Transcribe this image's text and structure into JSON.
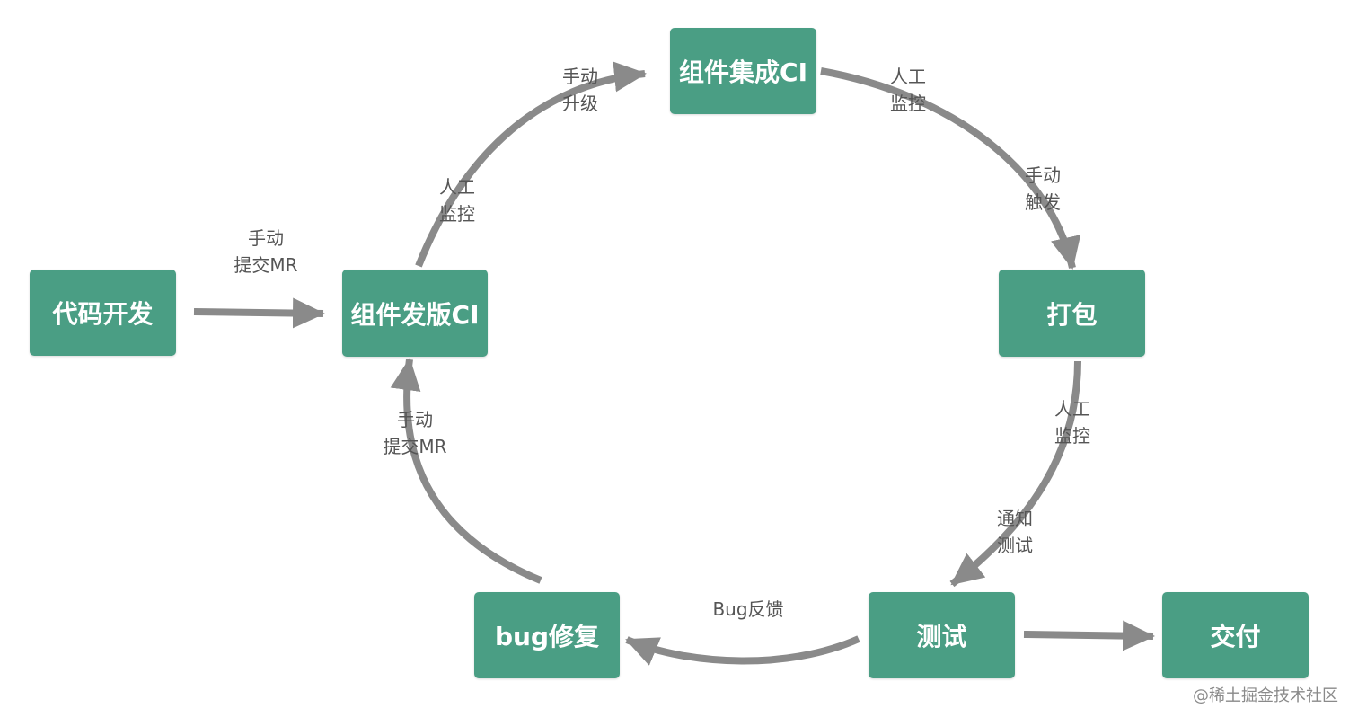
{
  "nodes": {
    "code_dev": "代码开发",
    "comp_release_ci": "组件发版CI",
    "comp_integration_ci": "组件集成CI",
    "packaging": "打包",
    "testing": "测试",
    "bug_fix": "bug修复",
    "delivery": "交付"
  },
  "labels": {
    "dev_to_release": [
      "手动",
      "提交MR"
    ],
    "release_monitor": [
      "人工",
      "监控"
    ],
    "release_upgrade": [
      "手动",
      "升级"
    ],
    "integration_monitor": [
      "人工",
      "监控"
    ],
    "integration_trigger": [
      "手动",
      "触发"
    ],
    "packaging_monitor": [
      "人工",
      "监控"
    ],
    "notify_test": [
      "通知",
      "测试"
    ],
    "bug_feedback": "Bug反馈",
    "bugfix_submit": [
      "手动",
      "提交MR"
    ]
  },
  "colors": {
    "node_fill": "#4a9e84",
    "node_text": "#ffffff",
    "arrow": "#8a8a8a",
    "label_text": "#555555"
  },
  "watermark": "@稀土掘金技术社区"
}
